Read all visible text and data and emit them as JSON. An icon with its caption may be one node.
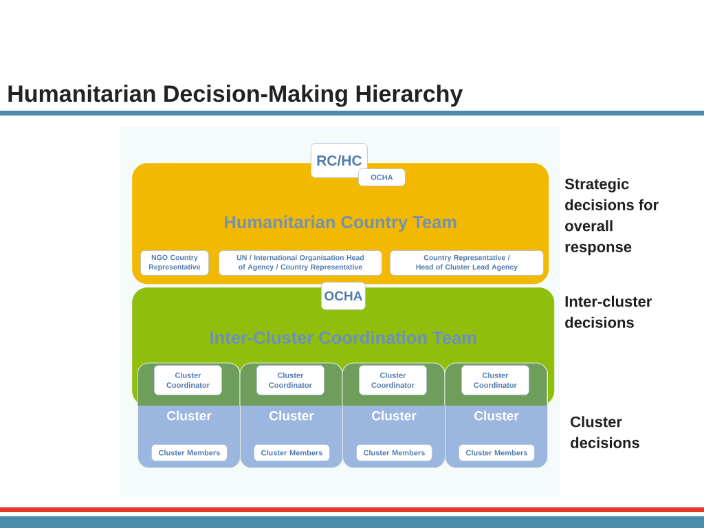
{
  "diagram": {
    "title": "Humanitarian Decision-Making Hierarchy",
    "nodes": [
      {
        "text": [
          "RC/HC"
        ]
      },
      {
        "text": [
          "Humanitarian Country Team"
        ]
      },
      {
        "text": [
          "OCHA"
        ],
        "in": 1
      },
      {
        "text": [
          "NGO Country Representative"
        ],
        "in": 1
      },
      {
        "text": [
          "UN / International Organisation Head of Agency / Country Representative"
        ],
        "in": 1
      },
      {
        "text": [
          "Country Representative / Head of Cluster Lead Agency"
        ],
        "in": 1
      },
      {
        "text": [
          "OCHA"
        ]
      },
      {
        "text": [
          "Inter-Cluster Coordination Team"
        ]
      },
      {
        "text": [
          "Cluster"
        ]
      },
      {
        "text": [
          "Cluster Coordinator"
        ]
      },
      {
        "text": [
          "Cluster Members"
        ],
        "in": 8
      },
      {
        "text": [
          "Cluster"
        ]
      },
      {
        "text": [
          "Cluster Coordinator"
        ]
      },
      {
        "text": [
          "Cluster Members"
        ],
        "in": 11
      },
      {
        "text": [
          "Cluster"
        ]
      },
      {
        "text": [
          "Cluster Coordinator"
        ]
      },
      {
        "text": [
          "Cluster Members"
        ],
        "in": 14
      },
      {
        "text": [
          "Cluster"
        ]
      },
      {
        "text": [
          "Cluster Coordinator"
        ]
      },
      {
        "text": [
          "Cluster Members"
        ],
        "in": 17
      }
    ],
    "labels": [
      "Strategic decisions for overall response",
      "Inter-cluster decisions",
      "Cluster decisions"
    ]
  }
}
